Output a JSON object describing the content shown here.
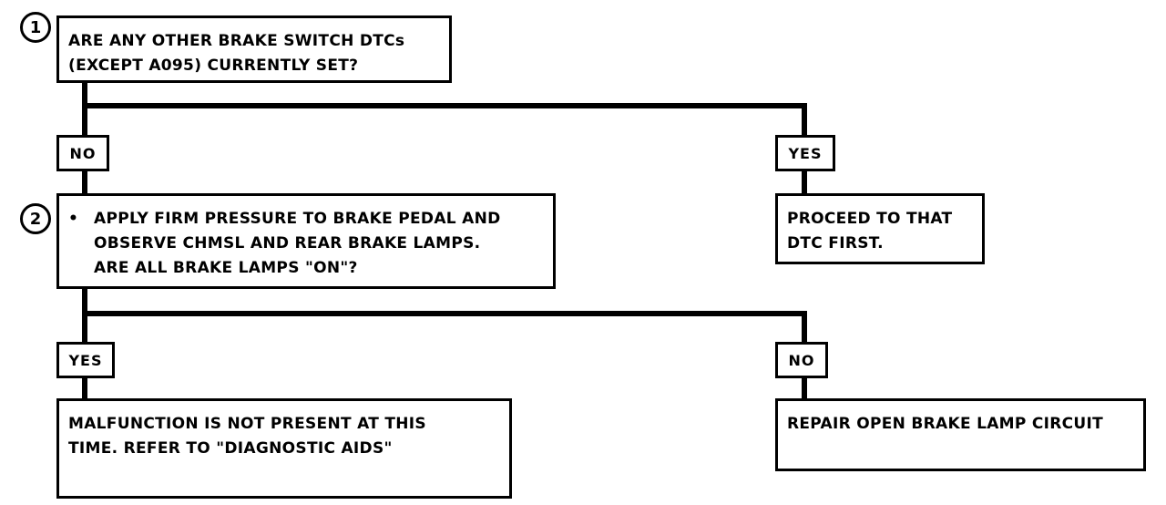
{
  "steps": [
    {
      "number": "1",
      "question_lines": [
        "ARE ANY OTHER BRAKE SWITCH DTCs",
        "(EXCEPT A095) CURRENTLY SET?"
      ],
      "branch_left_label": "NO",
      "branch_right_label": "YES",
      "right_result_lines": [
        "PROCEED TO THAT",
        "DTC FIRST."
      ]
    },
    {
      "number": "2",
      "bullet": "•",
      "question_lines": [
        "APPLY FIRM PRESSURE TO BRAKE PEDAL AND",
        "OBSERVE CHMSL AND REAR BRAKE LAMPS.",
        "ARE ALL BRAKE LAMPS \"ON\"?"
      ],
      "branch_left_label": "YES",
      "branch_right_label": "NO",
      "left_result_lines": [
        "MALFUNCTION IS NOT PRESENT AT THIS",
        "TIME.  REFER TO \"DIAGNOSTIC AIDS\""
      ],
      "right_result_lines": [
        "REPAIR OPEN BRAKE LAMP CIRCUIT"
      ]
    }
  ]
}
